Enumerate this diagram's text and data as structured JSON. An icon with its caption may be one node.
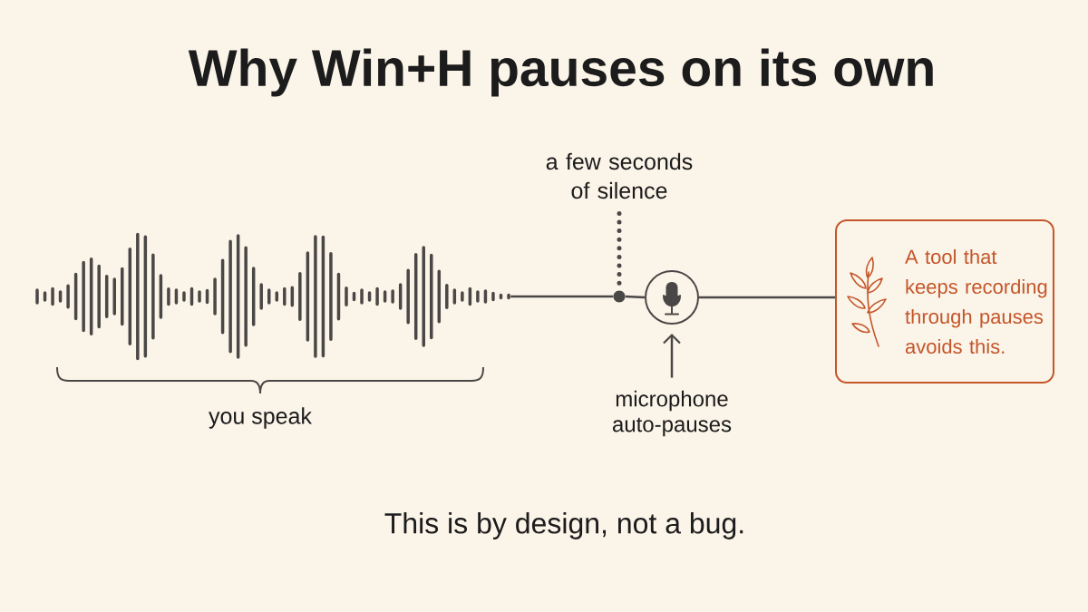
{
  "diagram": {
    "title": "Why Win+H pauses on its own",
    "nodes": [
      {
        "text": [
          "a few seconds of silence"
        ]
      },
      {
        "text": [],
        "shape": "picture"
      },
      {
        "text": [],
        "shape": "circle"
      },
      {
        "text": [],
        "shape": "circle"
      },
      {
        "text": [
          "A tool that keeps recording through pauses avoids this."
        ]
      },
      {
        "text": [
          "microphone auto-pauses"
        ]
      }
    ],
    "edges": [
      {
        "from": 0,
        "to": 2,
        "arrow": "none",
        "style": "dashed"
      },
      {
        "from": 1,
        "to": 2,
        "arrow": "none"
      },
      {
        "from": 2,
        "to": 3,
        "arrow": "none"
      },
      {
        "from": 3,
        "to": 4,
        "arrow": "none"
      },
      {
        "from": 5,
        "to": 3,
        "arrow": "to"
      }
    ],
    "labels": [
      "you speak"
    ],
    "caption": "This is by design, not a bug."
  }
}
